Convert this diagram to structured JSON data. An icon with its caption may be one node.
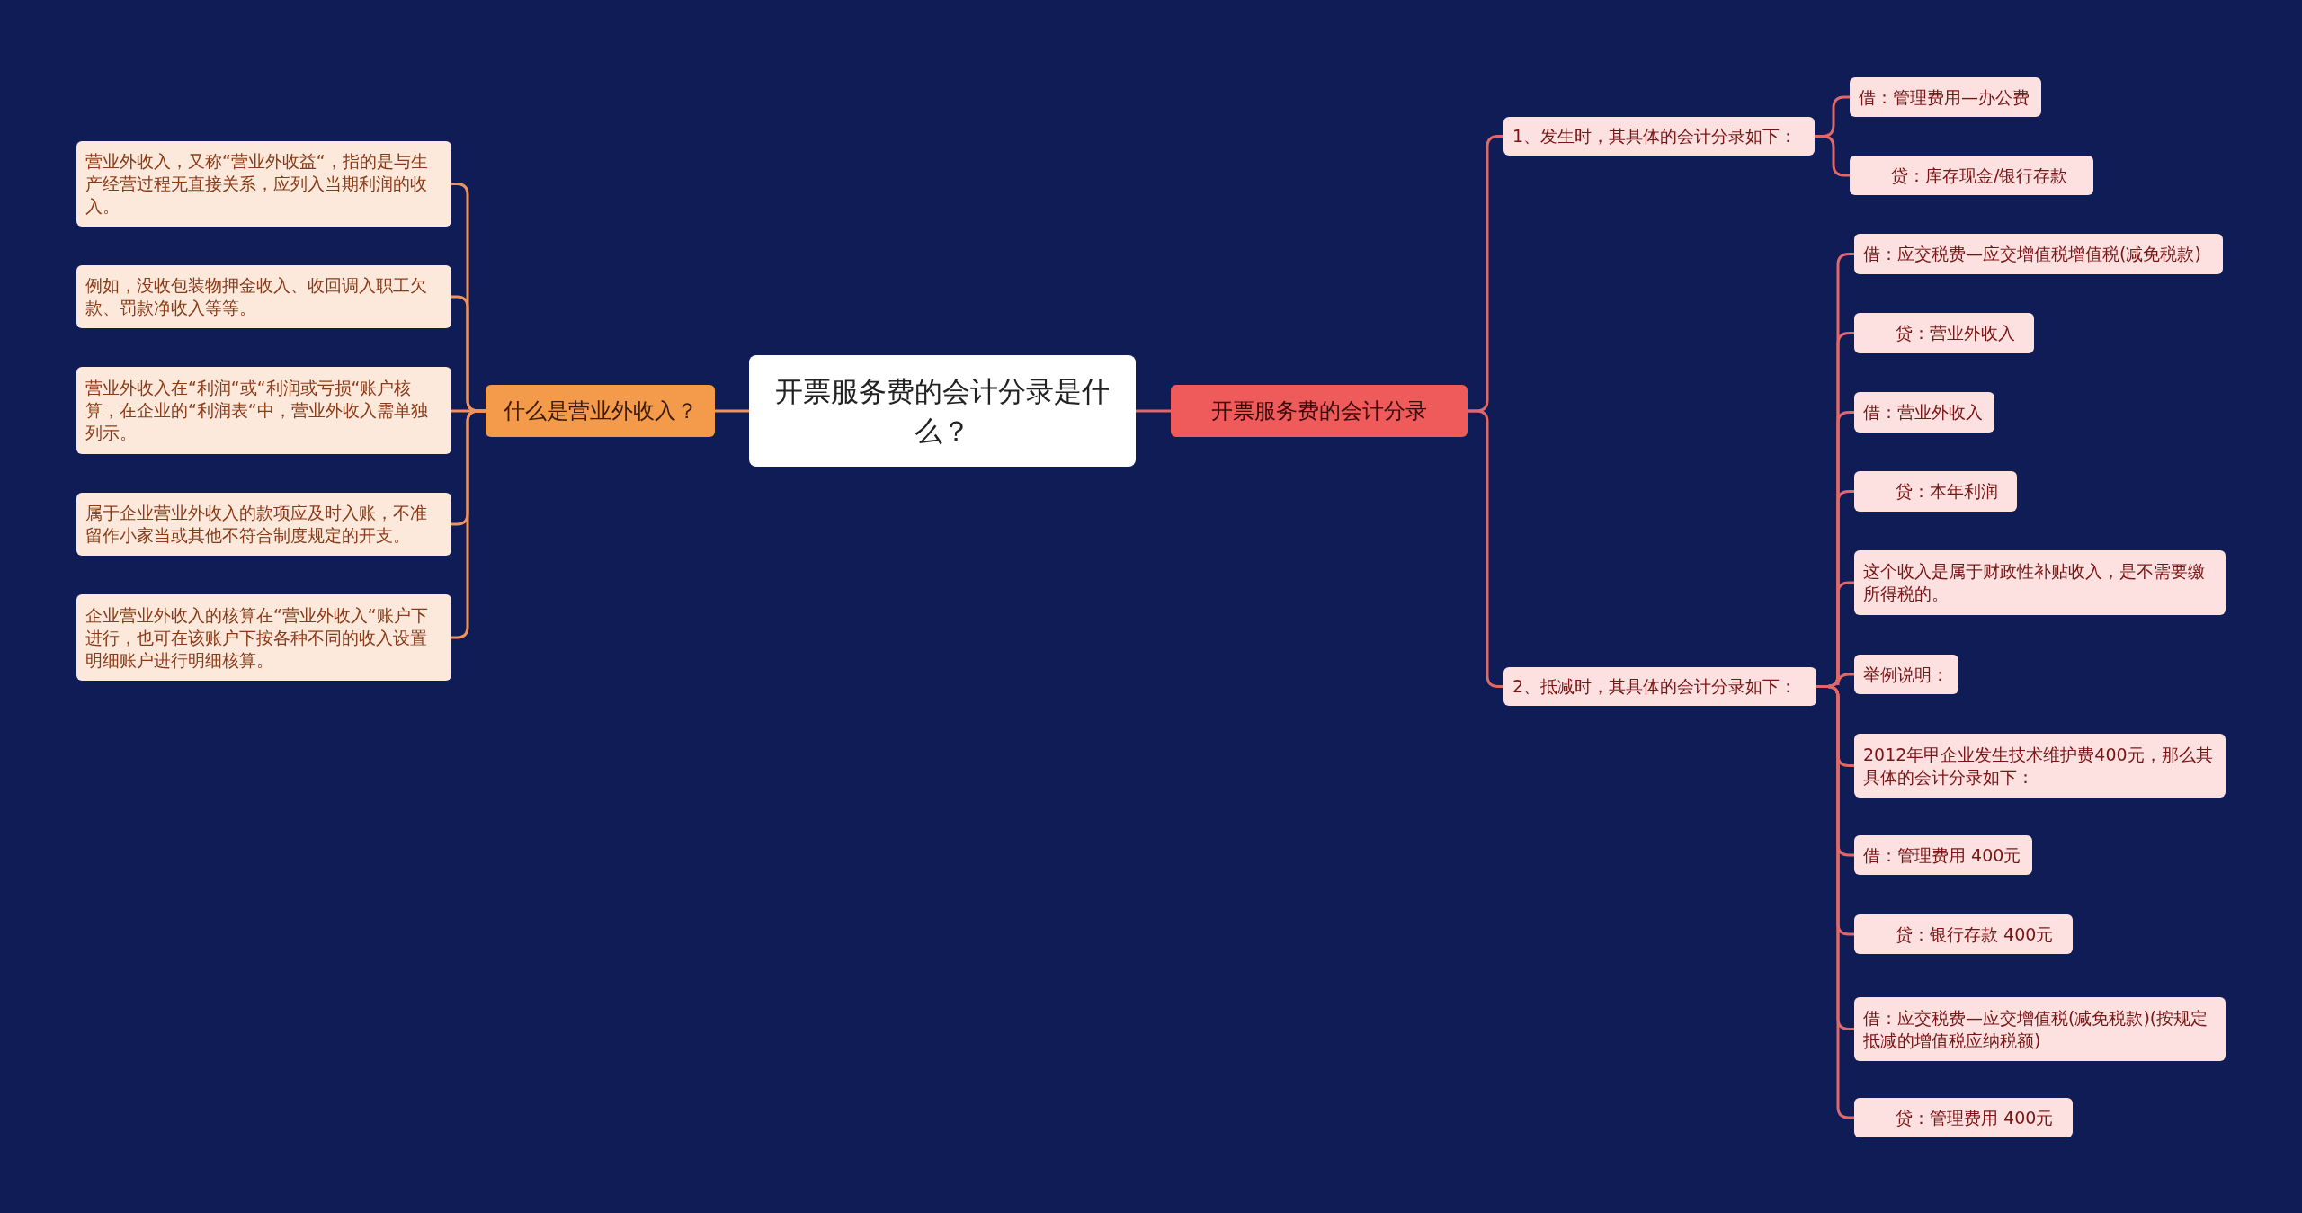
{
  "diagram": {
    "nodes": [
      {
        "text": [
          "开票服务费的会计分录是什么？"
        ]
      },
      {
        "text": [
          "什么是营业外收入？"
        ]
      },
      {
        "text": [
          "营业外收入，又称“营业外收益“，指的是与生产经营过程无直接关系，应列入当期利润的收入。"
        ]
      },
      {
        "text": [
          "例如，没收包装物押金收入、收回调入职工欠款、罚款净收入等等。"
        ]
      },
      {
        "text": [
          "营业外收入在“利润“或“利润或亏损“账户核算，在企业的“利润表“中，营业外收入需单独列示。"
        ]
      },
      {
        "text": [
          "属于企业营业外收入的款项应及时入账，不准留作小家当或其他不符合制度规定的开支。"
        ]
      },
      {
        "text": [
          "企业营业外收入的核算在“营业外收入“账户下进行，也可在该账户下按各种不同的收入设置明细账户进行明细核算。"
        ]
      },
      {
        "text": [
          "开票服务费的会计分录"
        ]
      },
      {
        "text": [
          "1、发生时，其具体的会计分录如下："
        ]
      },
      {
        "text": [
          "借：管理费用—办公费"
        ]
      },
      {
        "text": [
          "贷：库存现金/银行存款"
        ]
      },
      {
        "text": [
          "2、抵减时，其具体的会计分录如下："
        ]
      },
      {
        "text": [
          "借：应交税费—应交增值税增值税(减免税款)"
        ]
      },
      {
        "text": [
          "贷：营业外收入"
        ]
      },
      {
        "text": [
          "借：营业外收入"
        ]
      },
      {
        "text": [
          "贷：本年利润"
        ]
      },
      {
        "text": [
          "这个收入是属于财政性补贴收入，是不需要缴所得税的。"
        ]
      },
      {
        "text": [
          "举例说明："
        ]
      },
      {
        "text": [
          "2012年甲企业发生技术维护费400元，那么其具体的会计分录如下："
        ]
      },
      {
        "text": [
          "借：管理费用 400元"
        ]
      },
      {
        "text": [
          "贷：银行存款 400元"
        ]
      },
      {
        "text": [
          "借：应交税费—应交增值税(减免税款)(按规定抵减的增值税应纳税额)"
        ]
      },
      {
        "text": [
          "贷：管理费用 400元"
        ]
      }
    ],
    "edges": [
      {
        "from": 0,
        "to": 1,
        "arrow": "none",
        "color": "#f0935a"
      },
      {
        "from": 1,
        "to": 2,
        "arrow": "none",
        "color": "#f0935a"
      },
      {
        "from": 1,
        "to": 3,
        "arrow": "none",
        "color": "#f0935a"
      },
      {
        "from": 1,
        "to": 4,
        "arrow": "none",
        "color": "#f0935a"
      },
      {
        "from": 1,
        "to": 5,
        "arrow": "none",
        "color": "#f0935a"
      },
      {
        "from": 1,
        "to": 6,
        "arrow": "none",
        "color": "#f0935a"
      },
      {
        "from": 0,
        "to": 7,
        "arrow": "none"
      },
      {
        "from": 7,
        "to": 8,
        "arrow": "none"
      },
      {
        "from": 7,
        "to": 11,
        "arrow": "none"
      },
      {
        "from": 8,
        "to": 9,
        "arrow": "none"
      },
      {
        "from": 8,
        "to": 10,
        "arrow": "none"
      },
      {
        "from": 11,
        "to": 12,
        "arrow": "none"
      },
      {
        "from": 11,
        "to": 13,
        "arrow": "none"
      },
      {
        "from": 11,
        "to": 14,
        "arrow": "none"
      },
      {
        "from": 11,
        "to": 15,
        "arrow": "none"
      },
      {
        "from": 11,
        "to": 16,
        "arrow": "none"
      },
      {
        "from": 11,
        "to": 17,
        "arrow": "none"
      },
      {
        "from": 11,
        "to": 18,
        "arrow": "none"
      },
      {
        "from": 11,
        "to": 19,
        "arrow": "none"
      },
      {
        "from": 11,
        "to": 20,
        "arrow": "none"
      },
      {
        "from": 11,
        "to": 21,
        "arrow": "none"
      },
      {
        "from": 11,
        "to": 22,
        "arrow": "none"
      }
    ]
  }
}
